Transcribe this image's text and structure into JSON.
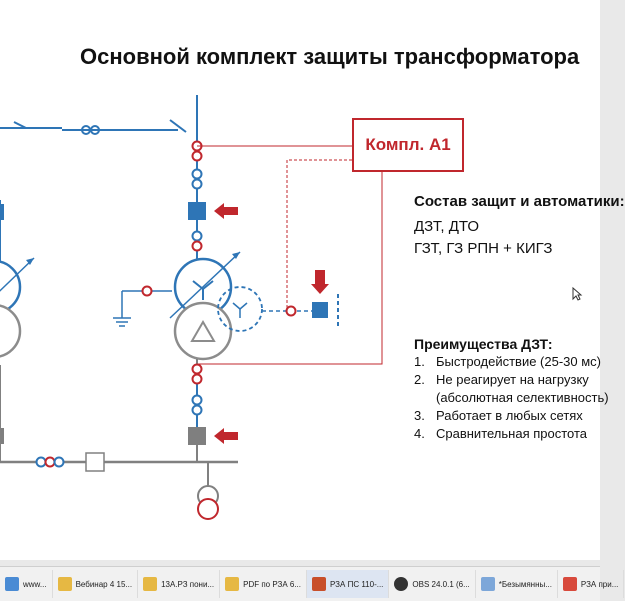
{
  "slide": {
    "title": "Основной комплект защиты трансформатора",
    "box_label": "Компл. А1",
    "composition": {
      "heading": "Состав защит и автоматики:",
      "lines": [
        "ДЗТ, ДТО",
        "ГЗТ, ГЗ РПН + КИГЗ"
      ]
    },
    "advantages": {
      "heading": "Преимущества ДЗТ:",
      "items": [
        {
          "num": "1.",
          "text": "Быстродействие (25-30 мс)"
        },
        {
          "num": "2.",
          "text": "Не реагирует на нагрузку"
        },
        {
          "num": "",
          "text": "(абсолютная селективность)"
        },
        {
          "num": "3.",
          "text": "Работает в любых сетях"
        },
        {
          "num": "4.",
          "text": "Сравнительная простота"
        }
      ]
    }
  },
  "colors": {
    "red": "#c0272d",
    "blue": "#2e75b6",
    "gray": "#808080",
    "breaker_blue": "#2e75b6",
    "breaker_gray": "#7f7f7f"
  },
  "taskbar": {
    "items": [
      {
        "label": "www...",
        "icon": "web-icon"
      },
      {
        "label": "Вебинар 4 15...",
        "icon": "folder-icon"
      },
      {
        "label": "13А.РЗ пони...",
        "icon": "folder-icon"
      },
      {
        "label": "PDF по РЗА 6...",
        "icon": "folder-icon"
      },
      {
        "label": "РЗА ПС 110-...",
        "icon": "powerpoint-icon"
      },
      {
        "label": "OBS 24.0.1 (6...",
        "icon": "obs-icon"
      },
      {
        "label": "*Безымянны...",
        "icon": "paint-icon"
      },
      {
        "label": "РЗА при...",
        "icon": "pdf-icon"
      }
    ]
  }
}
